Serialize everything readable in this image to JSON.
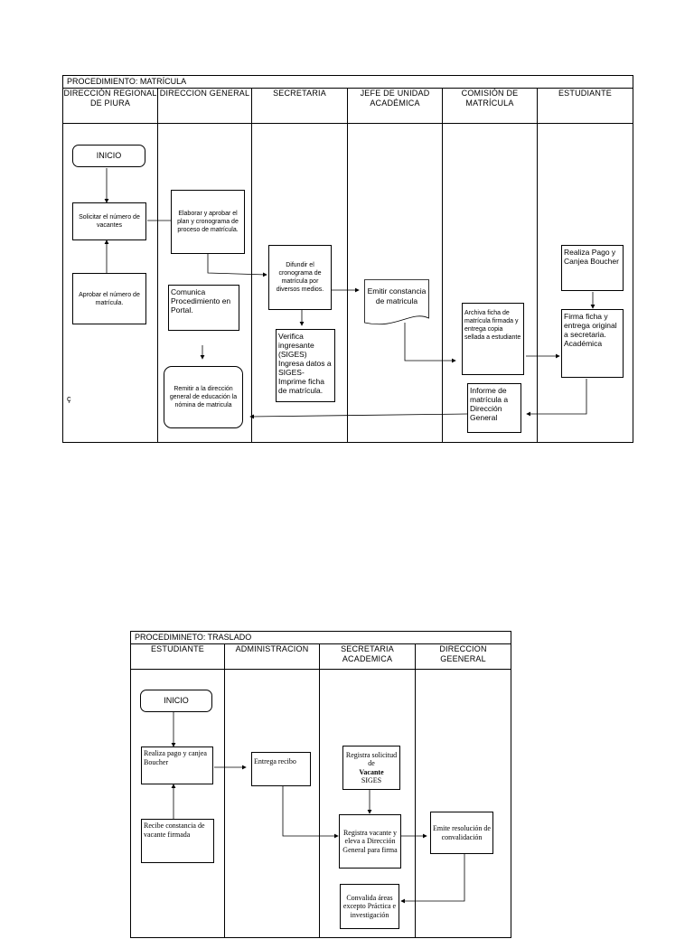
{
  "matricula": {
    "title": "PROCEDIMIENTO: MATRÍCULA",
    "lanes": [
      "DIRECCIÓN REGIONAL DE PIURA",
      "DIRECCION GENERAL",
      "SECRETARIA",
      "JEFE DE UNIDAD ACADÉMICA",
      "COMISIÓN DE MATRÍCULA",
      "ESTUDIANTE"
    ],
    "nodes": {
      "inicio": "INICIO",
      "solicitar": "Solicitar el número de vacantes",
      "aprobar": "Aprobar el número de matrícula.",
      "elaborar": "Elaborar y aprobar el plan y cronograma de proceso de matrícula.",
      "comunica": "Comunica Procedimiento en Portal.",
      "remitir": "Remitir a la dirección general de educación la nómina de matricula",
      "difundir": "Difundir el cronograma de matrícula por diversos medios.",
      "verifica": "Verifica ingresante (SIGES) Ingresa datos a SIGES- Imprime ficha de matrícula.",
      "emitir": "Emitir constancia de matricula",
      "archiva": "Archiva ficha de matrícula firmada y entrega copia sellada a estudiante",
      "informe": "Informe de matrícula a Dirección General",
      "realiza": "Realiza Pago y Canjea Boucher",
      "firma": "Firma ficha y entrega original a secretaria. Académica"
    },
    "stray_mark": "ç"
  },
  "traslado": {
    "title": "PROCEDIMINETO: TRASLADO",
    "lanes": [
      "ESTUDIANTE",
      "ADMINISTRACION",
      "SECRETARIA ACADEMICA",
      "DIRECCION GEENERAL"
    ],
    "nodes": {
      "inicio": "INICIO",
      "realiza": "Realiza pago y canjea Boucher",
      "recibe": "Recibe constancia de vacante firmada",
      "entrega": "Entrega recibo",
      "registra_solicitud_1": "Registra solicitud de",
      "registra_solicitud_2": "Vacante",
      "registra_solicitud_3": "SIGES",
      "registra_vacante": "Registra vacante y eleva a Dirección General para firma",
      "emite": "Emite resolución de convalidación",
      "convalida": "Convalida áreas excepto Práctica e investigación"
    }
  }
}
